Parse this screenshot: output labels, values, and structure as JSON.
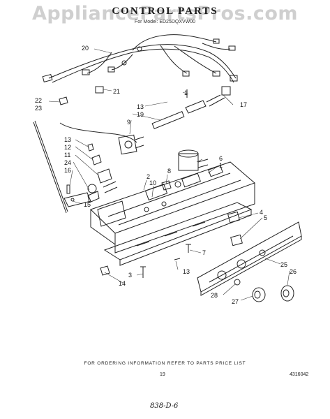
{
  "watermark": "AppliancePartsPros.com",
  "title": "CONTROL PARTS",
  "model_line": "For Model: ED25DQXVW00",
  "footer_note": "FOR ORDERING INFORMATION REFER TO PARTS PRICE LIST",
  "page_number": "19",
  "document_number": "4316042",
  "handwritten_note": "838-D-6",
  "callouts": {
    "c1a": "1",
    "c1b": "1",
    "c2": "2",
    "c3": "3",
    "c4": "4",
    "c5": "5",
    "c6": "6",
    "c7": "7",
    "c8": "8",
    "c9": "9",
    "c10": "10",
    "c11": "11",
    "c12": "12",
    "c13a": "13",
    "c13b": "13",
    "c13c": "13",
    "c14": "14",
    "c15": "15",
    "c16": "16",
    "c17": "17",
    "c19": "19",
    "c20": "20",
    "c21": "21",
    "c22": "22",
    "c23": "23",
    "c24": "24",
    "c25": "25",
    "c26": "26",
    "c27": "27",
    "c28": "28"
  }
}
